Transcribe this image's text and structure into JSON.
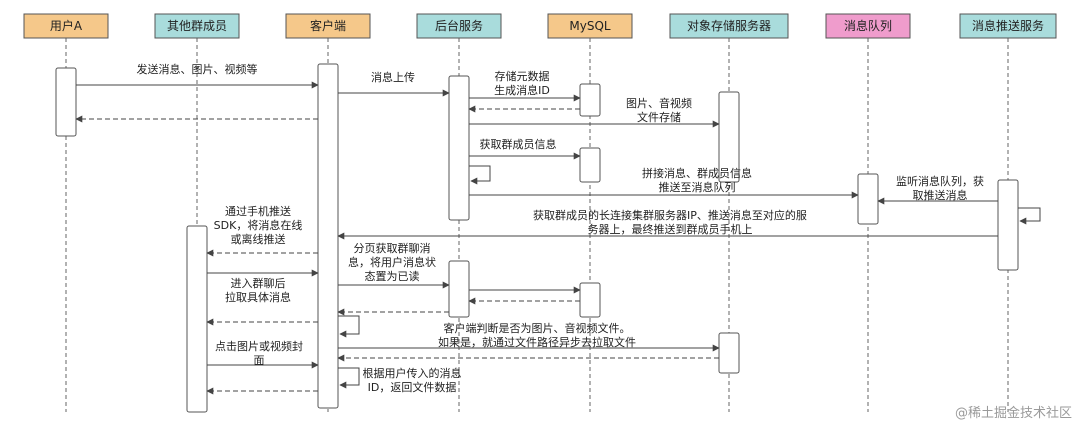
{
  "participants": [
    {
      "id": "userA",
      "label": "用户A",
      "color": "#f5c88a"
    },
    {
      "id": "members",
      "label": "其他群成员",
      "color": "#a9dcdc"
    },
    {
      "id": "client",
      "label": "客户端",
      "color": "#f5c88a"
    },
    {
      "id": "backend",
      "label": "后台服务",
      "color": "#a9dcdc"
    },
    {
      "id": "mysql",
      "label": "MySQL",
      "color": "#f5c88a"
    },
    {
      "id": "storage",
      "label": "对象存储服务器",
      "color": "#a9dcdc"
    },
    {
      "id": "mq",
      "label": "消息队列",
      "color": "#ef9ccc"
    },
    {
      "id": "push",
      "label": "消息推送服务",
      "color": "#a9dcdc"
    }
  ],
  "messages": {
    "m1": "发送消息、图片、视频等",
    "m2": "消息上传",
    "m3": [
      "存储元数据",
      "生成消息ID"
    ],
    "m4": [
      "图片、音视频",
      "文件存储"
    ],
    "m5": "获取群成员信息",
    "m6": [
      "拼接消息、群成员信息",
      "推送至消息队列"
    ],
    "m7": [
      "监听消息队列，获",
      "取推送消息"
    ],
    "m8": [
      "获取群成员的长连接集群服务器IP、推送消息至对应的服",
      "务器上，最终推送到群成员手机上"
    ],
    "m9": [
      "通过手机推送",
      "SDK，将消息在线",
      "或离线推送"
    ],
    "m10": [
      "分页获取群聊消",
      "息，将用户消息状",
      "态置为已读"
    ],
    "m11": [
      "进入群聊后",
      "拉取具体消息"
    ],
    "m12": [
      "客户端判断是否为图片、音视频文件。",
      "如果是，就通过文件路径异步去拉取文件"
    ],
    "m13": [
      "点击图片或视频封",
      "面"
    ],
    "m14": [
      "根据用户传入的消息",
      "ID，返回文件数据"
    ]
  },
  "watermark": "@稀土掘金技术社区",
  "colors": {
    "line": "#444444",
    "lifeline": "#666666",
    "box_border": "#555555"
  }
}
